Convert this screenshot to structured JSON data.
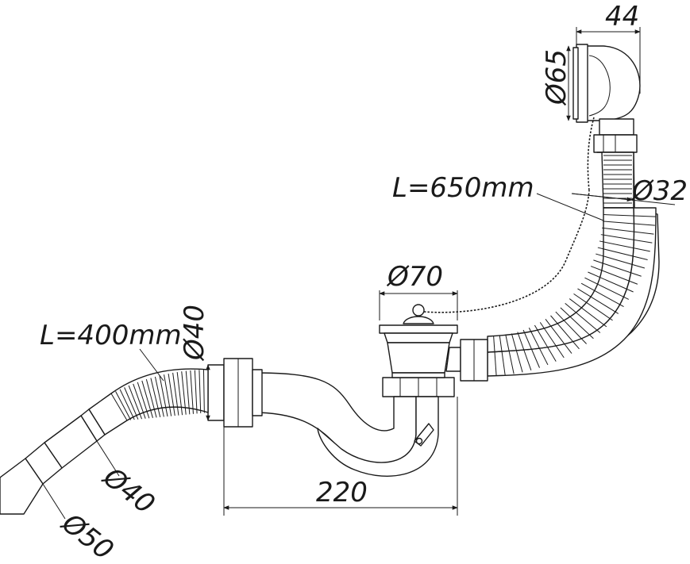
{
  "labels": {
    "overflow_depth": "44",
    "overflow_diameter": "Ø65",
    "overflow_hose_length": "L=650mm",
    "overflow_hose_diameter": "Ø32",
    "drain_diameter": "Ø70",
    "outlet_hose_length": "L=400mm",
    "outlet_diameter": "Ø40",
    "outlet_reducer_small": "Ø40",
    "outlet_reducer_large": "Ø50",
    "width": "220"
  },
  "colors": {
    "line": "#1a1a1a",
    "background": "#ffffff"
  }
}
